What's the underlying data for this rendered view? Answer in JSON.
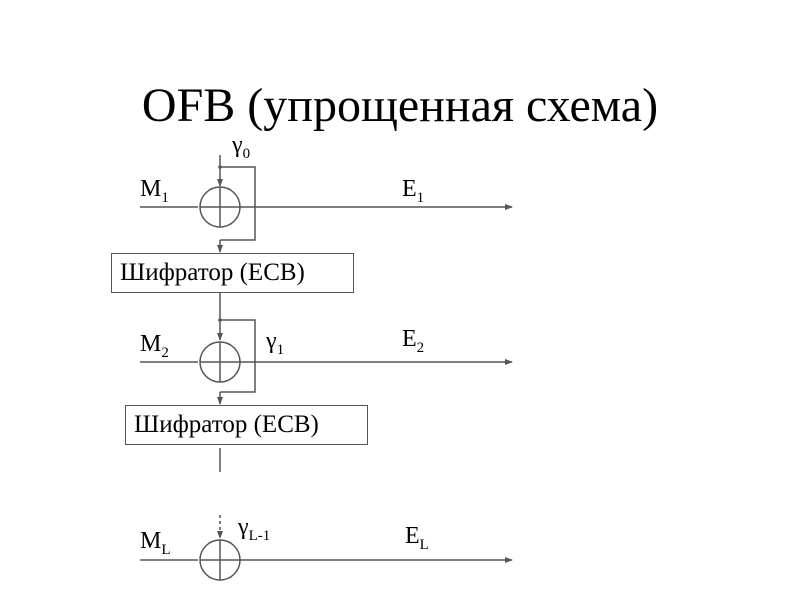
{
  "title": "OFB (упрощенная схема)",
  "blocks": {
    "encryptor_1": "Шифратор (ECB)",
    "encryptor_2": "Шифратор (ECB)"
  },
  "labels": {
    "gamma_0": {
      "base": "γ",
      "sub": "0"
    },
    "gamma_1": {
      "base": "γ",
      "sub": "1"
    },
    "gamma_last": {
      "base": "γ",
      "sub": "L-1"
    },
    "m1": {
      "base": "M",
      "sub": "1"
    },
    "m2": {
      "base": "M",
      "sub": "2"
    },
    "ml": {
      "base": "M",
      "sub": "L"
    },
    "e1": {
      "base": "E",
      "sub": "1"
    },
    "e2": {
      "base": "E",
      "sub": "2"
    },
    "el": {
      "base": "E",
      "sub": "L"
    }
  },
  "colors": {
    "line": "#555555",
    "text": "#000000",
    "background": "#ffffff"
  }
}
